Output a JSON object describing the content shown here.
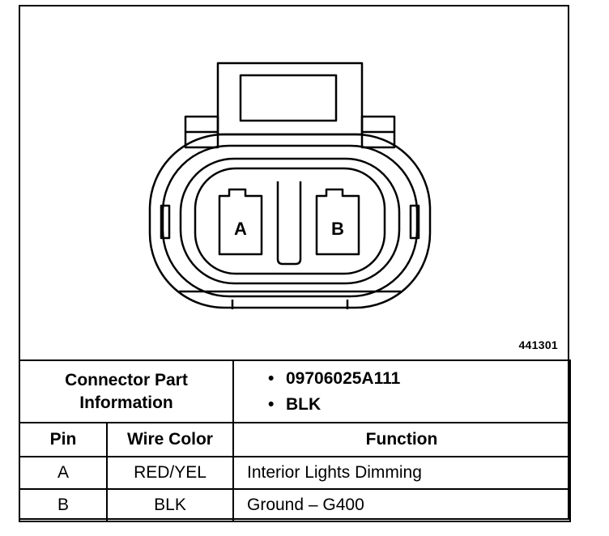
{
  "figure_id": "441301",
  "connector": {
    "cavities": [
      {
        "label": "A"
      },
      {
        "label": "B"
      }
    ]
  },
  "part_info": {
    "label_line1": "Connector Part",
    "label_line2": "Information",
    "values": [
      "09706025A111",
      "BLK"
    ],
    "bullet": "•"
  },
  "table": {
    "headers": [
      "Pin",
      "Wire Color",
      "Function"
    ],
    "rows": [
      {
        "pin": "A",
        "wire_color": "RED/YEL",
        "function": "Interior Lights Dimming"
      },
      {
        "pin": "B",
        "wire_color": "BLK",
        "function": "Ground – G400"
      }
    ]
  }
}
